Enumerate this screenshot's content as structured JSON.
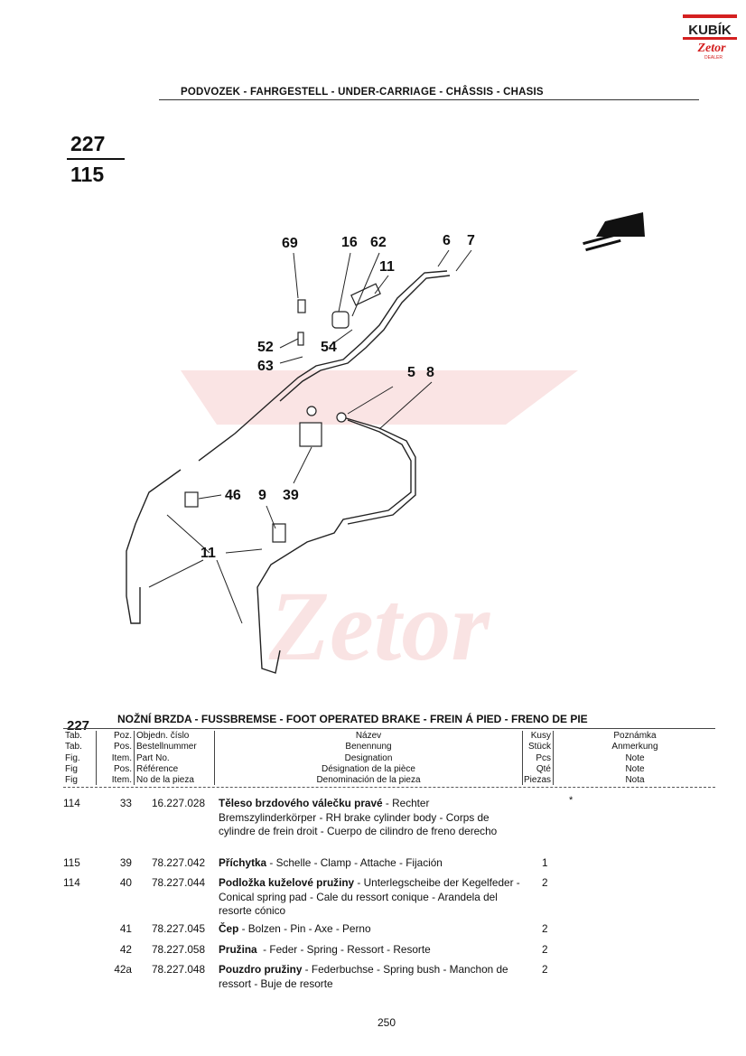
{
  "logo": {
    "brand": "KUBÍK",
    "sub": "Zetor",
    "dealer": "DEALER"
  },
  "section_title": "PODVOZEK - FAHRGESTELL - UNDER-CARRIAGE - CHÂSSIS - CHASIS",
  "tab_number": "227",
  "fig_number": "115",
  "diagram_labels": [
    "69",
    "16",
    "62",
    "6",
    "7",
    "11",
    "52",
    "54",
    "63",
    "5",
    "8",
    "46",
    "9",
    "39",
    "11"
  ],
  "group": {
    "number": "227",
    "title": "NOŽNÍ BRZDA - FUSSBREMSE - FOOT OPERATED BRAKE - FREIN Á PIED - FRENO DE PIE"
  },
  "headers": {
    "tab": [
      "Tab.",
      "Tab.",
      "Fig.",
      "Fig",
      "Fig"
    ],
    "pos": [
      "Poz.",
      "Pos.",
      "Item.",
      "Pos.",
      "Item."
    ],
    "part": [
      "Objedn. číslo",
      "Bestellnummer",
      "Part No.",
      "Référence",
      "No de la pieza"
    ],
    "name": [
      "Název",
      "Benennung",
      "Designation",
      "Désignation de la pièce",
      "Denominación de la pieza"
    ],
    "qty": [
      "Kusy",
      "Stück",
      "Pcs",
      "Qté",
      "Piezas"
    ],
    "note": [
      "Poznámka",
      "Anmerkung",
      "Note",
      "Note",
      "Nota"
    ]
  },
  "rows": [
    {
      "tab": "114",
      "pos": "33",
      "part": "16.227.028",
      "name_bold": "Těleso brzdového válečku pravé",
      "name_rest": " - Rechter Bremszylinderkörper - RH brake cylinder body - Corps de cylindre de frein droit - Cuerpo de cilindro de freno derecho",
      "qty": "",
      "note": "*"
    },
    {
      "tab": "115",
      "pos": "39",
      "part": "78.227.042",
      "name_bold": "Příchytka",
      "name_rest": " - Schelle - Clamp - Attache - Fijación",
      "qty": "1",
      "note": ""
    },
    {
      "tab": "114",
      "pos": "40",
      "part": "78.227.044",
      "name_bold": "Podložka kuželové pružiny",
      "name_rest": " - Unterlegscheibe der Kegelfeder - Conical spring pad - Cale du ressort conique - Arandela del resorte cónico",
      "qty": "2",
      "note": ""
    },
    {
      "tab": "",
      "pos": "41",
      "part": "78.227.045",
      "name_bold": "Čep",
      "name_rest": " - Bolzen - Pin - Axe - Perno",
      "qty": "2",
      "note": ""
    },
    {
      "tab": "",
      "pos": "42",
      "part": "78.227.058",
      "name_bold": "Pružina",
      "name_rest": "  - Feder - Spring - Ressort - Resorte",
      "qty": "2",
      "note": ""
    },
    {
      "tab": "",
      "pos": "42a",
      "part": "78.227.048",
      "name_bold": "Pouzdro pružiny",
      "name_rest": " - Federbuchse - Spring bush - Manchon de ressort - Buje de resorte",
      "qty": "2",
      "note": ""
    }
  ],
  "page_number": "250"
}
